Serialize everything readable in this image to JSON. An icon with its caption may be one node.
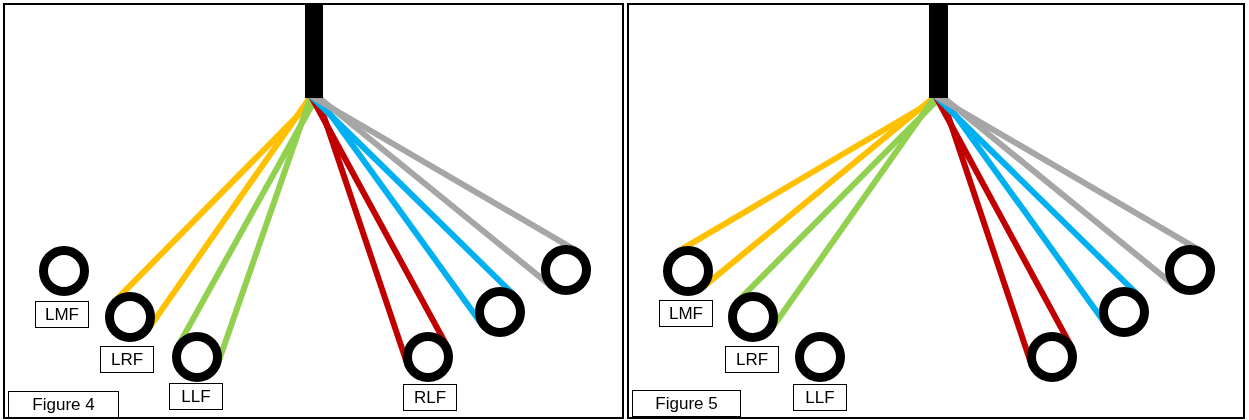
{
  "diagram": {
    "nodes": [
      {
        "text": [],
        "shape": "box"
      },
      {
        "text": [],
        "shape": "bar",
        "in": 0
      },
      {
        "text": [],
        "shape": "circle",
        "in": 0
      },
      {
        "text": [
          "LMF"
        ],
        "in": 0
      },
      {
        "text": [],
        "shape": "circle",
        "in": 0
      },
      {
        "text": [
          "LRF"
        ],
        "in": 0
      },
      {
        "text": [],
        "shape": "circle",
        "in": 0
      },
      {
        "text": [
          "LLF"
        ],
        "in": 0
      },
      {
        "text": [],
        "shape": "circle",
        "in": 0
      },
      {
        "text": [
          "RLF"
        ],
        "in": 0
      },
      {
        "text": [],
        "shape": "circle",
        "in": 0
      },
      {
        "text": [],
        "shape": "circle",
        "in": 0
      },
      {
        "text": [
          "Figure 4"
        ],
        "in": 0
      },
      {
        "text": [],
        "shape": "box"
      },
      {
        "text": [],
        "shape": "bar",
        "in": 13
      },
      {
        "text": [],
        "shape": "circle",
        "in": 13
      },
      {
        "text": [
          "LMF"
        ],
        "in": 13
      },
      {
        "text": [],
        "shape": "circle",
        "in": 13
      },
      {
        "text": [
          "LRF"
        ],
        "in": 13
      },
      {
        "text": [],
        "shape": "circle",
        "in": 13
      },
      {
        "text": [
          "LLF"
        ],
        "in": 13
      },
      {
        "text": [],
        "shape": "circle",
        "in": 13
      },
      {
        "text": [],
        "shape": "circle",
        "in": 13
      },
      {
        "text": [],
        "shape": "circle",
        "in": 13
      },
      {
        "text": [
          "Figure 5"
        ],
        "in": 13
      }
    ],
    "edges": [
      {
        "from": 1,
        "to": 4,
        "arrow": "none",
        "color": "#ffc000"
      },
      {
        "from": 1,
        "to": 4,
        "arrow": "none",
        "color": "#ffc000"
      },
      {
        "from": 1,
        "to": 6,
        "arrow": "none",
        "color": "#92d050"
      },
      {
        "from": 1,
        "to": 6,
        "arrow": "none",
        "color": "#92d050"
      },
      {
        "from": 1,
        "to": 8,
        "arrow": "none",
        "color": "#c00000"
      },
      {
        "from": 1,
        "to": 8,
        "arrow": "none",
        "color": "#c00000"
      },
      {
        "from": 1,
        "to": 10,
        "arrow": "none",
        "color": "#00b0f0"
      },
      {
        "from": 1,
        "to": 10,
        "arrow": "none",
        "color": "#00b0f0"
      },
      {
        "from": 1,
        "to": 11,
        "arrow": "none",
        "color": "#a6a6a6"
      },
      {
        "from": 1,
        "to": 11,
        "arrow": "none",
        "color": "#a6a6a6"
      },
      {
        "from": 14,
        "to": 15,
        "arrow": "none",
        "color": "#ffc000"
      },
      {
        "from": 14,
        "to": 15,
        "arrow": "none",
        "color": "#ffc000"
      },
      {
        "from": 14,
        "to": 17,
        "arrow": "none",
        "color": "#92d050"
      },
      {
        "from": 14,
        "to": 17,
        "arrow": "none",
        "color": "#92d050"
      },
      {
        "from": 14,
        "to": 21,
        "arrow": "none",
        "color": "#c00000"
      },
      {
        "from": 14,
        "to": 21,
        "arrow": "none",
        "color": "#c00000"
      },
      {
        "from": 14,
        "to": 22,
        "arrow": "none",
        "color": "#00b0f0"
      },
      {
        "from": 14,
        "to": 22,
        "arrow": "none",
        "color": "#00b0f0"
      },
      {
        "from": 14,
        "to": 23,
        "arrow": "none",
        "color": "#a6a6a6"
      },
      {
        "from": 14,
        "to": 23,
        "arrow": "none",
        "color": "#a6a6a6"
      }
    ]
  }
}
